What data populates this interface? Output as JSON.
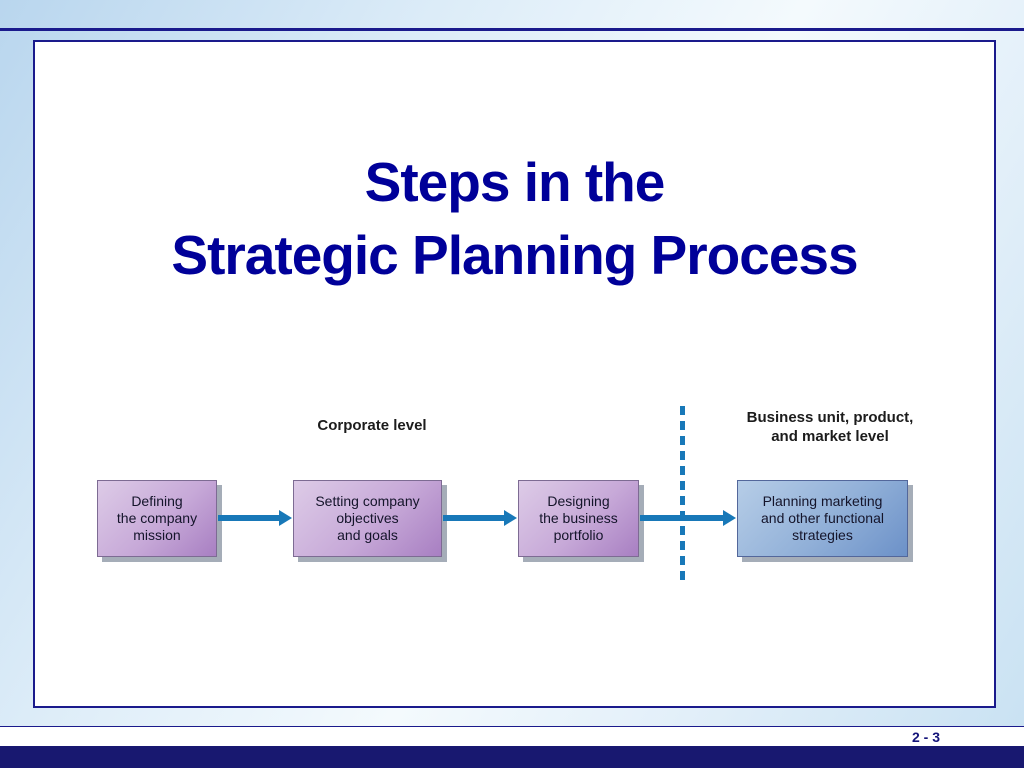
{
  "slide": {
    "title_line1": "Steps in the",
    "title_line2": "Strategic Planning Process",
    "page_number": "2 - 3"
  },
  "diagram": {
    "corporate_label": "Corporate level",
    "business_label_line1": "Business unit, product,",
    "business_label_line2": "and market level",
    "boxes": [
      {
        "id": "defining-mission",
        "lines": [
          "Defining",
          "the company",
          "mission"
        ]
      },
      {
        "id": "setting-objectives",
        "lines": [
          "Setting company",
          "objectives",
          "and goals"
        ]
      },
      {
        "id": "designing-portfolio",
        "lines": [
          "Designing",
          "the business",
          "portfolio"
        ]
      },
      {
        "id": "planning-marketing",
        "lines": [
          "Planning marketing",
          "and other functional",
          "strategies"
        ]
      }
    ]
  },
  "icons": {
    "flow_arrow": "right-arrow",
    "level_divider": "vertical-dashed-line"
  },
  "colors": {
    "title_text": "#000099",
    "slide_border": "#1a1a8c",
    "arrow_blue": "#1878b8",
    "purple_box_light": "#ddcbe7",
    "purple_box_dark": "#a87fc2",
    "blue_box_light": "#b6cde7",
    "blue_box_dark": "#6c91c8",
    "footer_bar": "#181870",
    "box_text": "#14142a"
  }
}
